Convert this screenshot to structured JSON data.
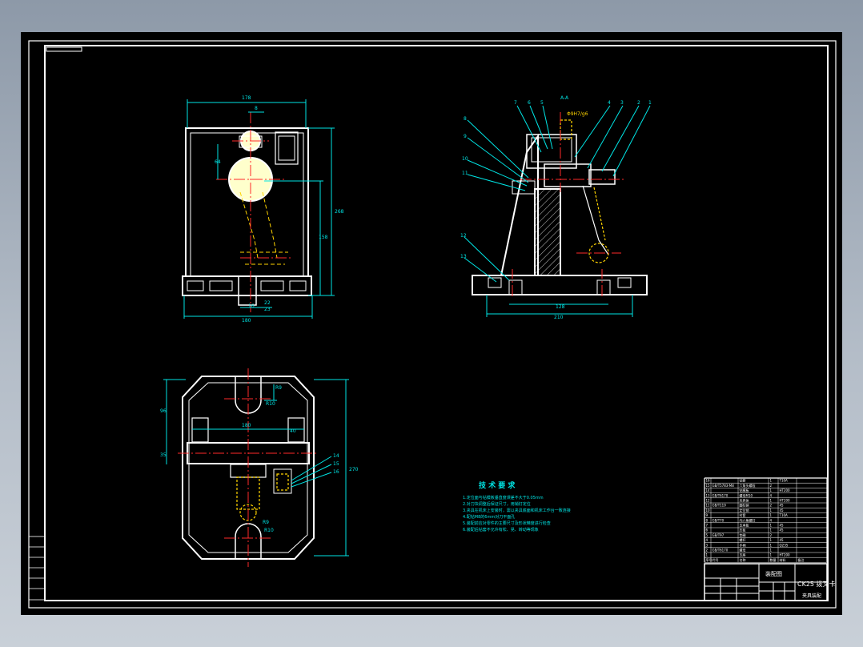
{
  "colors": {
    "sheet": "#000000",
    "outline": "#ffffff",
    "dimension": "#00e5e5",
    "center": "#ff2a2a",
    "hidden": "#ffd400",
    "table_green": "#00ff00"
  },
  "front_view": {
    "dim_top": "178",
    "dim_top_small": "8",
    "dim_right_h": "268",
    "dim_right_h2": "158",
    "dim_left_v": "64",
    "dim_bottom": "180",
    "dim_base_a": "22",
    "dim_base_b": "23",
    "dim_base_c": "16"
  },
  "section_view": {
    "title": "A-A",
    "fit": "Φ9H7/g6",
    "dim_inner": "128",
    "dim_outer": "210",
    "callouts": [
      "7",
      "6",
      "5",
      "4",
      "3",
      "2",
      "1",
      "8",
      "9",
      "10",
      "11",
      "12",
      "13"
    ]
  },
  "plan_view": {
    "dim_width": "180",
    "dim_left_a": "96",
    "dim_left_b": "35",
    "dim_right_a": "270",
    "slot_top": "R10",
    "slot_bottom": "R10",
    "radius_top": "R9",
    "radius_bottom": "R9",
    "dim_small_a": "40",
    "callouts": [
      "14",
      "15",
      "16"
    ]
  },
  "notes": {
    "heading": "技 术 要 求",
    "items": [
      "1.定位面与钻模板垂直度误差不大于0.05mm",
      "2.对刀块调整后保证尺寸，用销钉定位",
      "3.夹具在机床上安装时，需以夹具底面和机床工作台一致连接",
      "4.配钻M8的6mm对刀平面孔",
      "5.装配前应对零件的主要尺寸及形状精度进行检查",
      "6.装配后钻套不允许有松、晃、转动等现象"
    ]
  },
  "title_block": {
    "drawing_type": "装配图",
    "product": "CK25 拨叉卡",
    "drawing_name": "夹具装配",
    "header_cols": [
      "序号",
      "代号",
      "名称",
      "数量",
      "材料",
      "备注"
    ]
  },
  "bom_rows": [
    [
      "16",
      "",
      "钻套",
      "1",
      "T10A",
      ""
    ],
    [
      "15",
      "GB/T5783-M8",
      "六角头螺栓",
      "2",
      "",
      ""
    ],
    [
      "14",
      "",
      "钻模板",
      "1",
      "HT200",
      ""
    ],
    [
      "13",
      "GB/T6170",
      "螺母M10",
      "4",
      "",
      ""
    ],
    [
      "12",
      "",
      "夹具体",
      "1",
      "HT200",
      ""
    ],
    [
      "11",
      "GB/T119",
      "圆柱销",
      "2",
      "45",
      ""
    ],
    [
      "10",
      "",
      "定位销",
      "1",
      "45",
      ""
    ],
    [
      "9",
      "",
      "衬套",
      "1",
      "T10A",
      ""
    ],
    [
      "8",
      "GB/T70",
      "内六角螺钉",
      "4",
      "",
      ""
    ],
    [
      "7",
      "",
      "支承板",
      "1",
      "45",
      ""
    ],
    [
      "6",
      "",
      "压板",
      "1",
      "45",
      ""
    ],
    [
      "5",
      "GB/T97",
      "垫圈",
      "2",
      "",
      ""
    ],
    [
      "4",
      "",
      "螺杆",
      "1",
      "45",
      ""
    ],
    [
      "3",
      "",
      "手柄",
      "1",
      "Q235",
      ""
    ],
    [
      "2",
      "GB/T6170",
      "螺母",
      "1",
      "",
      ""
    ],
    [
      "1",
      "",
      "支座",
      "1",
      "HT200",
      ""
    ]
  ],
  "stamp_rows": [
    "",
    "",
    "",
    "",
    "",
    ""
  ]
}
